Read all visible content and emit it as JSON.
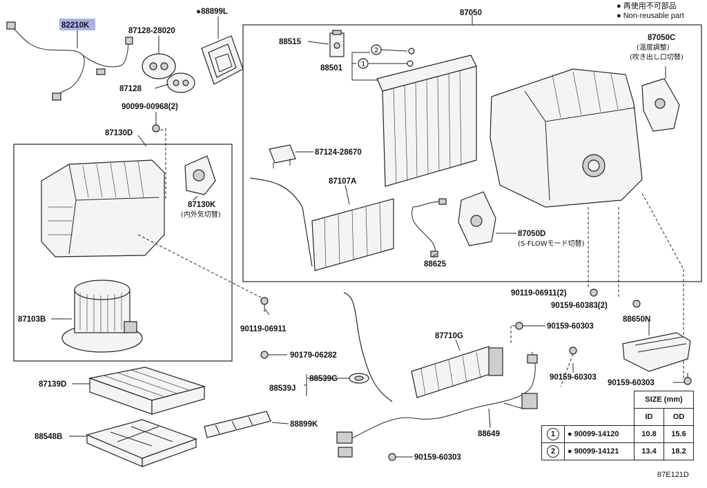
{
  "legend": {
    "line1": "● 再使用不可部品",
    "line2": "● Non-reusable part"
  },
  "labels": {
    "p82210K": "82210K",
    "p87128_28020": "87128-28020",
    "p88899L": "●88899L",
    "p87050": "87050",
    "p87128": "87128",
    "p90099_00968": "90099-00968(2)",
    "p87130D": "87130D",
    "p87130K": "87130K",
    "p87130K_note": "(内外気切替)",
    "p87103B": "87103B",
    "p88515": "88515",
    "p88501": "88501",
    "p87124_28670": "87124-28670",
    "p87107A": "87107A",
    "p87050C": "87050C",
    "p87050C_note1": "(温度調整)",
    "p87050C_note2": "(吹き出し口切替)",
    "p87050D": "87050D",
    "p87050D_note": "(S-FLOWモード切替)",
    "p88625": "88625",
    "p90119_06911_2": "90119-06911(2)",
    "p90159_60383_2": "90159-60383(2)",
    "p88650N": "88650N",
    "p90119_06911": "90119-06911",
    "p90179_06282": "90179-06282",
    "p87710G": "87710G",
    "p90159_60303_a": "90159-60303",
    "p90159_60303_b": "90159-60303",
    "p90159_60303_c": "90159-60303",
    "p90159_60303_d": "90159-60303",
    "p87139D": "87139D",
    "p88539G": "88539G",
    "p88539J": "88539J",
    "p88548B": "88548B",
    "p88899K": "88899K",
    "p88649": "88649",
    "ref1": "1",
    "ref2": "2"
  },
  "size_table": {
    "title": "SIZE (mm)",
    "col_id": "ID",
    "col_od": "OD",
    "rows": [
      {
        "ref": "1",
        "part": "● 90099-14120",
        "id": "10.8",
        "od": "15.6"
      },
      {
        "ref": "2",
        "part": "● 90099-14121",
        "id": "13.4",
        "od": "18.2"
      }
    ]
  },
  "figure_code": "87E121D"
}
